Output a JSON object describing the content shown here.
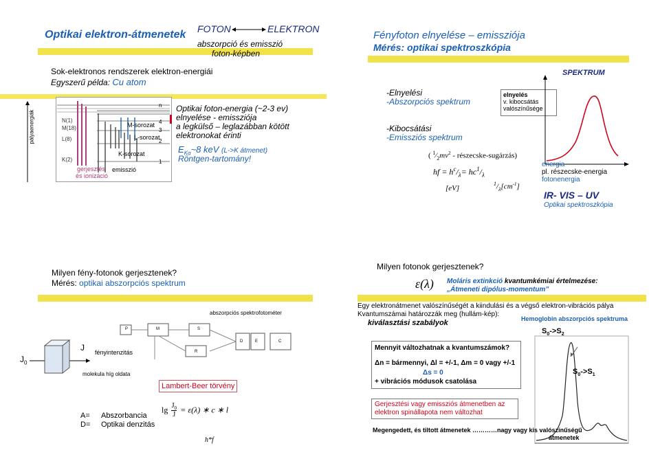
{
  "slide1": {
    "title": "Optikai elektron-átmenetek",
    "foton": "FOTON",
    "elektron": "ELEKTRON",
    "sub1": "abszorpció és emisszió",
    "sub2": "foton-képben",
    "line1": "Sok-elektronos rendszerek elektron-energiái",
    "line2": "Egyszerű példa:",
    "cu": "Cu atom",
    "yaxis": "pályaenergiák",
    "n1": "N(1)",
    "m18": "M(18)",
    "l8": "L(8)",
    "k2": "K(2)",
    "msor": "M-sorozat",
    "lsor": "L-sorozat",
    "ksor": "K-sorozat",
    "nlab": "n",
    "n4": "4",
    "n3": "3",
    "n2": "2",
    "n1b": "1",
    "gerj1": "gerjesztés",
    "gerj2": "és ionizáció",
    "emis": "emisszió",
    "t1": "Optikai foton-energia (~2-3 ev)",
    "t2": "elnyelése - emissziója",
    "t3": "a legkülső – leglazábban kötött",
    "t4": "elektronokat érinti",
    "eka": "E",
    "kasub": "Kα",
    "kev": "~8 keV",
    "lk": "(L->K átmenet)",
    "rtg": "Röntgen-tartomány!"
  },
  "slide2": {
    "title1": "Fényfoton elnyelése – emissziója",
    "title2": "Mérés: optikai spektroszkópia",
    "spektrum": "SPEKTRUM",
    "e1": "-Elnyelési",
    "e2": "-Abszorpciós spektrum",
    "k1": "-Kibocsátási",
    "k2": "-Emissziós spektrum",
    "box1": "elnyelés",
    "box2": "v. kibocsátás",
    "box3": "valószínűsége",
    "f1": "( ",
    "f1b": "mv",
    "f1c": " - részecske-sugárzás)",
    "f2": "hf = h",
    "f2c": "c",
    "f2l": "λ",
    "f2d": "= hc",
    "ev": "[eV]",
    "cm": "[cm",
    "en1": "energia",
    "en2": "pl. részecske-energia",
    "en3": "fotonenergia",
    "ir": "IR- VIS – UV",
    "os": "Optikai spektroszkópia"
  },
  "slide3": {
    "q1": "Milyen fény-fotonok gerjesztenek?",
    "q2a": "Mérés:",
    "q2b": "optikai abszorpciós spektrum",
    "spectro": "abszorpciós spektrofotométer",
    "j0": "J",
    "j0sub": "0",
    "j": "J",
    "feny": "fényintenzitás",
    "mol": "molekula híg oldata",
    "lb": "Lambert-Beer törvény",
    "lg": "lg",
    "eq": "= ε(λ) ∗ c ∗ l",
    "hf": "h*f",
    "a": "A=",
    "abs": "Abszorbancia",
    "d": "D=",
    "od": "Optikai denzitás",
    "bp": "P",
    "bm": "M",
    "bs": "S",
    "bd": "D",
    "be": "E",
    "bc": "C",
    "br": "R"
  },
  "slide4": {
    "q": "Milyen fotonok gerjesztenek?",
    "eps": "ε(λ)",
    "mol1": "Moláris extinkció",
    "mol2": " kvantumkémiai értelmezése:",
    "mol3": "„Átmeneti dipólus-momentum”",
    "p1": "Egy elektronátmenet valószínűségét a kiindulási és a végső elektron-vibrációs pálya",
    "p2": "Kvantumszámai határozzák meg (hullám-kép):",
    "p3": "kiválasztási szabályok",
    "hemo": "Hemoglobin abszorpciós spektruma",
    "s02": "S",
    "box1": "Mennyit változhatnak a kvantumszámok?",
    "dn": "Δn = bármennyi, Δl = +/-1, Δm = 0 vagy +/-1",
    "ds": "Δs = 0",
    "vib": "+ vibrációs módusok csatolása",
    "g1": "Gerjesztési vagy emissziós átmenetben az",
    "g2": "elektron spinállapota nem változhat",
    "meg1": "Megengedett, és tiltott átmenetek …………nagy vagy kis valószínűségű",
    "meg2": "átmenetek"
  },
  "colors": {
    "blue": "#1a5fb4",
    "red": "#d0021b",
    "mauve": "#b03a7a",
    "yellow": "#f2e24a"
  }
}
